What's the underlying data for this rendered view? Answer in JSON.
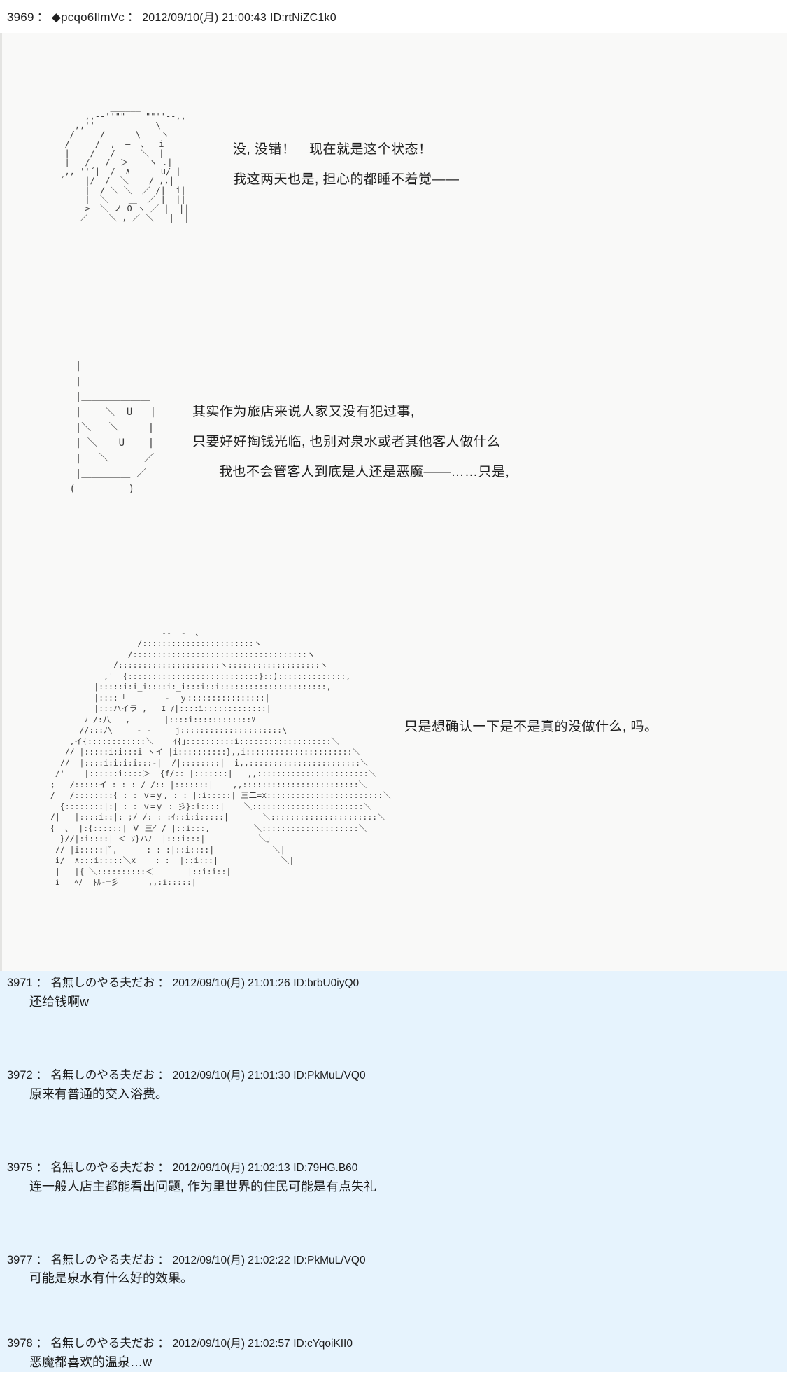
{
  "thread": {
    "op": {
      "number": "3969",
      "separator": "：",
      "tripcode": "◆pcqo6IlmVc",
      "datetime": "2012/09/10(月) 21:00:43",
      "id": "ID:rtNiZC1k0",
      "scenes": [
        {
          "name": "scene-1",
          "art": "           ______\n      ,,-‐''\"\"    \"\"''‐-,,\n    ,,''            \\\n   /     /      \\    ヽ\n  /     /  ,  ―  、  i\n  |    /   /     ＼  |\n  |   /   /  ＞    ヽ .|\n  ,,-''´|  /  ∧      u/ |\n ´    |/  /  ＼    / ,,|\n      |  / ＼ ＼  ／ /|  i|\n      |  ＼  _ ＿  ／ |  ||\n      >  ＼ ノ O ヽ ／ |  ||\n     ／    ＼ , ／ ＼   |  |",
          "lines": [
            "               ______",
            "          ,-‐''\"\"      \"\"''‐-、",
            "       ,'´                 ＼",
            "      /      /               ヽ",
            "     |     /     ∧       u/   |",
            "  ,,-'|    /     / ＼     /    |",
            " '´  |   /     /   ＼   /     |",
            "     |  /  _ ノ ( ) ヽ _      |   ||",
            "     >  ／ ＼ ノ ＼ ／      |   ||"
          ],
          "dialog": [
            "没, 没错！　现在就是这个状态！",
            "我这两天也是, 担心的都睡不着觉——"
          ]
        },
        {
          "name": "scene-2",
          "lines": [
            "  |",
            "  |",
            "  |＿＿＿＿＿＿＿",
            "  |    ＼  U   |",
            "  |＼   ＼     |",
            "  | ＼ ＿ U    |",
            "  |   ＼      ／",
            "  |＿＿＿＿＿ ／",
            " (  ＿＿＿  )"
          ],
          "dialog": [
            "其实作为旅店来说人家又没有犯过事,",
            "只要好好掏钱光临, 也别对泉水或者其他客人做什么",
            "我也不会管客人到底是人还是恶魔——……只是,"
          ]
        },
        {
          "name": "scene-3",
          "lines": [
            "                        -‐  -  ､",
            "                   /:::::::::::::::::::::::ヽ",
            "                 /::::::::::::::::::::::::::::::::::::ヽ",
            "              /:::::::::::::::::::::ヽ:::::::::::::::::::ヽ",
            "            ,'  {:::::::::::::::::::::::::::}::)::::::::::::::,",
            "          |:::::i:i_i::::i:_i:::i::i::::::::::::::::::::::,",
            "          |::::「 ￣￣￣  -  ｙ::::::::::::::::|",
            "          |:::ハイラ ,   ｴ ｱ|::::i:::::::::::::|",
            "        ﾉ /:八   ,       |::::i::::::::::::ｿ",
            "       //:::ﾉ\\     - -     j:::::::::::::::::::::\\",
            "     ,イ{::::::::::::＼    ｲ{｣::::::::::i:::::::::::::::::::＼",
            "    // |:::::i:i:::i ヽイ |i::::::::::},,i::::::::::::::::::::::＼",
            "   //  |::::i:i:i:i:::-|  /|::::::::|  i,,:::::::::::::::::::::::＼",
            "  /'    |::::::i::::＞  {f/:: |:::::::|   ,,:::::::::::::::::::::::＼",
            " ;   /:::::イ : : : / /:: |:::::::|    ,,::::::::::::::::::::::::＼",
            " /   /::::::::{ : : ｖ=ｙ, : : |:i:::::| 三二=x::::::::::::::::::::::::＼",
            "   {::::::::|:| : : ｖ=ｙ : 彡}:i::::|    ＼:::::::::::::::::::::::＼",
            " /|   |::::i::|: ;/ /: : :ｲ::i:i:::::|       ＼::::::::::::::::::::::＼",
            " {  ､  |:{::::::| Ｖ 三ｲ / |::i:::,         ＼::::::::::::::::::::＼",
            "   }//|:i::::| ＜ ｿ}ハﾉ  |:::i:::|           ＼｣",
            "  // |i:::::|ﾞ,      : : :|::i::::|            ＼|",
            "  i/  ∧:::i:::::＼x    : :  |::i:::|             ＼|",
            "  |   |{ ＼::::::::::＜       |::i:i::|",
            "  i   ﾍﾉ  }ﾙ-=彡      ,,:i:::::|"
          ],
          "dialog": [
            "只是想确认一下是不是真的没做什么, 吗。"
          ]
        }
      ]
    },
    "replies": [
      {
        "number": "3971",
        "separator": "：",
        "name": "名無しのやる夫だお",
        "datetime": "2012/09/10(月) 21:01:26",
        "id": "ID:brbU0iyQ0",
        "body": "还给钱啊w"
      },
      {
        "number": "3972",
        "separator": "：",
        "name": "名無しのやる夫だお",
        "datetime": "2012/09/10(月) 21:01:30",
        "id": "ID:PkMuL/VQ0",
        "body": "原来有普通的交入浴费。"
      },
      {
        "number": "3975",
        "separator": "：",
        "name": "名無しのやる夫だお",
        "datetime": "2012/09/10(月) 21:02:13",
        "id": "ID:79HG.B60",
        "body": "连一般人店主都能看出问题, 作为里世界的住民可能是有点失礼"
      },
      {
        "number": "3977",
        "separator": "：",
        "name": "名無しのやる夫だお",
        "datetime": "2012/09/10(月) 21:02:22",
        "id": "ID:PkMuL/VQ0",
        "body": "可能是泉水有什么好的效果。"
      },
      {
        "number": "3978",
        "separator": "：",
        "name": "名無しのやる夫だお",
        "datetime": "2012/09/10(月) 21:02:57",
        "id": "ID:cYqoiKII0",
        "body": "恶魔都喜欢的温泉…w"
      }
    ]
  },
  "colors": {
    "op_background": "#f9f9f8",
    "reply_background": "#e6f3fd",
    "page_background": "#ffffff",
    "text": "#1c1c1c",
    "aa_text": "#3b3b3b"
  }
}
